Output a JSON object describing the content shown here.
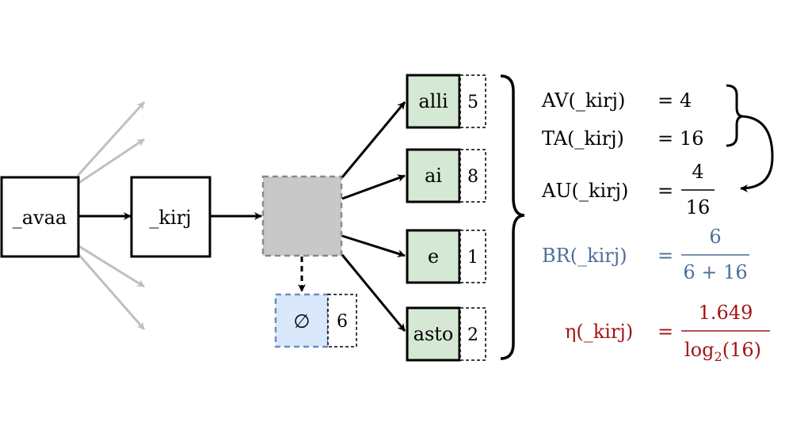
{
  "nodes": {
    "start": "_avaa",
    "current": "_kirj",
    "empty_symbol": "∅",
    "empty_count": "6",
    "continuations": [
      {
        "label": "alli",
        "count": "5"
      },
      {
        "label": "ai",
        "count": "8"
      },
      {
        "label": "e",
        "count": "1"
      },
      {
        "label": "asto",
        "count": "2"
      }
    ]
  },
  "equations": {
    "av": {
      "lhs": "AV(_kirj)",
      "eq": "=",
      "rhs": "4"
    },
    "ta": {
      "lhs": "TA(_kirj)",
      "eq": "=",
      "rhs": "16"
    },
    "au": {
      "lhs": "AU(_kirj)",
      "eq": "=",
      "num": "4",
      "den": "16"
    },
    "br": {
      "lhs": "BR(_kirj)",
      "eq": "=",
      "num": "6",
      "den": "6 + 16"
    },
    "eta": {
      "lhs": "η(_kirj)",
      "eq": "=",
      "num": "1.649",
      "den_log": "log",
      "den_sub": "2",
      "den_arg": "(16)"
    }
  },
  "colors": {
    "gray_arrow": "#c0c0c0",
    "hidden_node_fill": "#c8c8c8",
    "empty_node_fill": "#dae8fc",
    "empty_node_stroke": "#6c8ebf",
    "cont_node_fill": "#d5e8d4",
    "br_color": "#4d6e9a",
    "eta_color": "#a31515"
  }
}
